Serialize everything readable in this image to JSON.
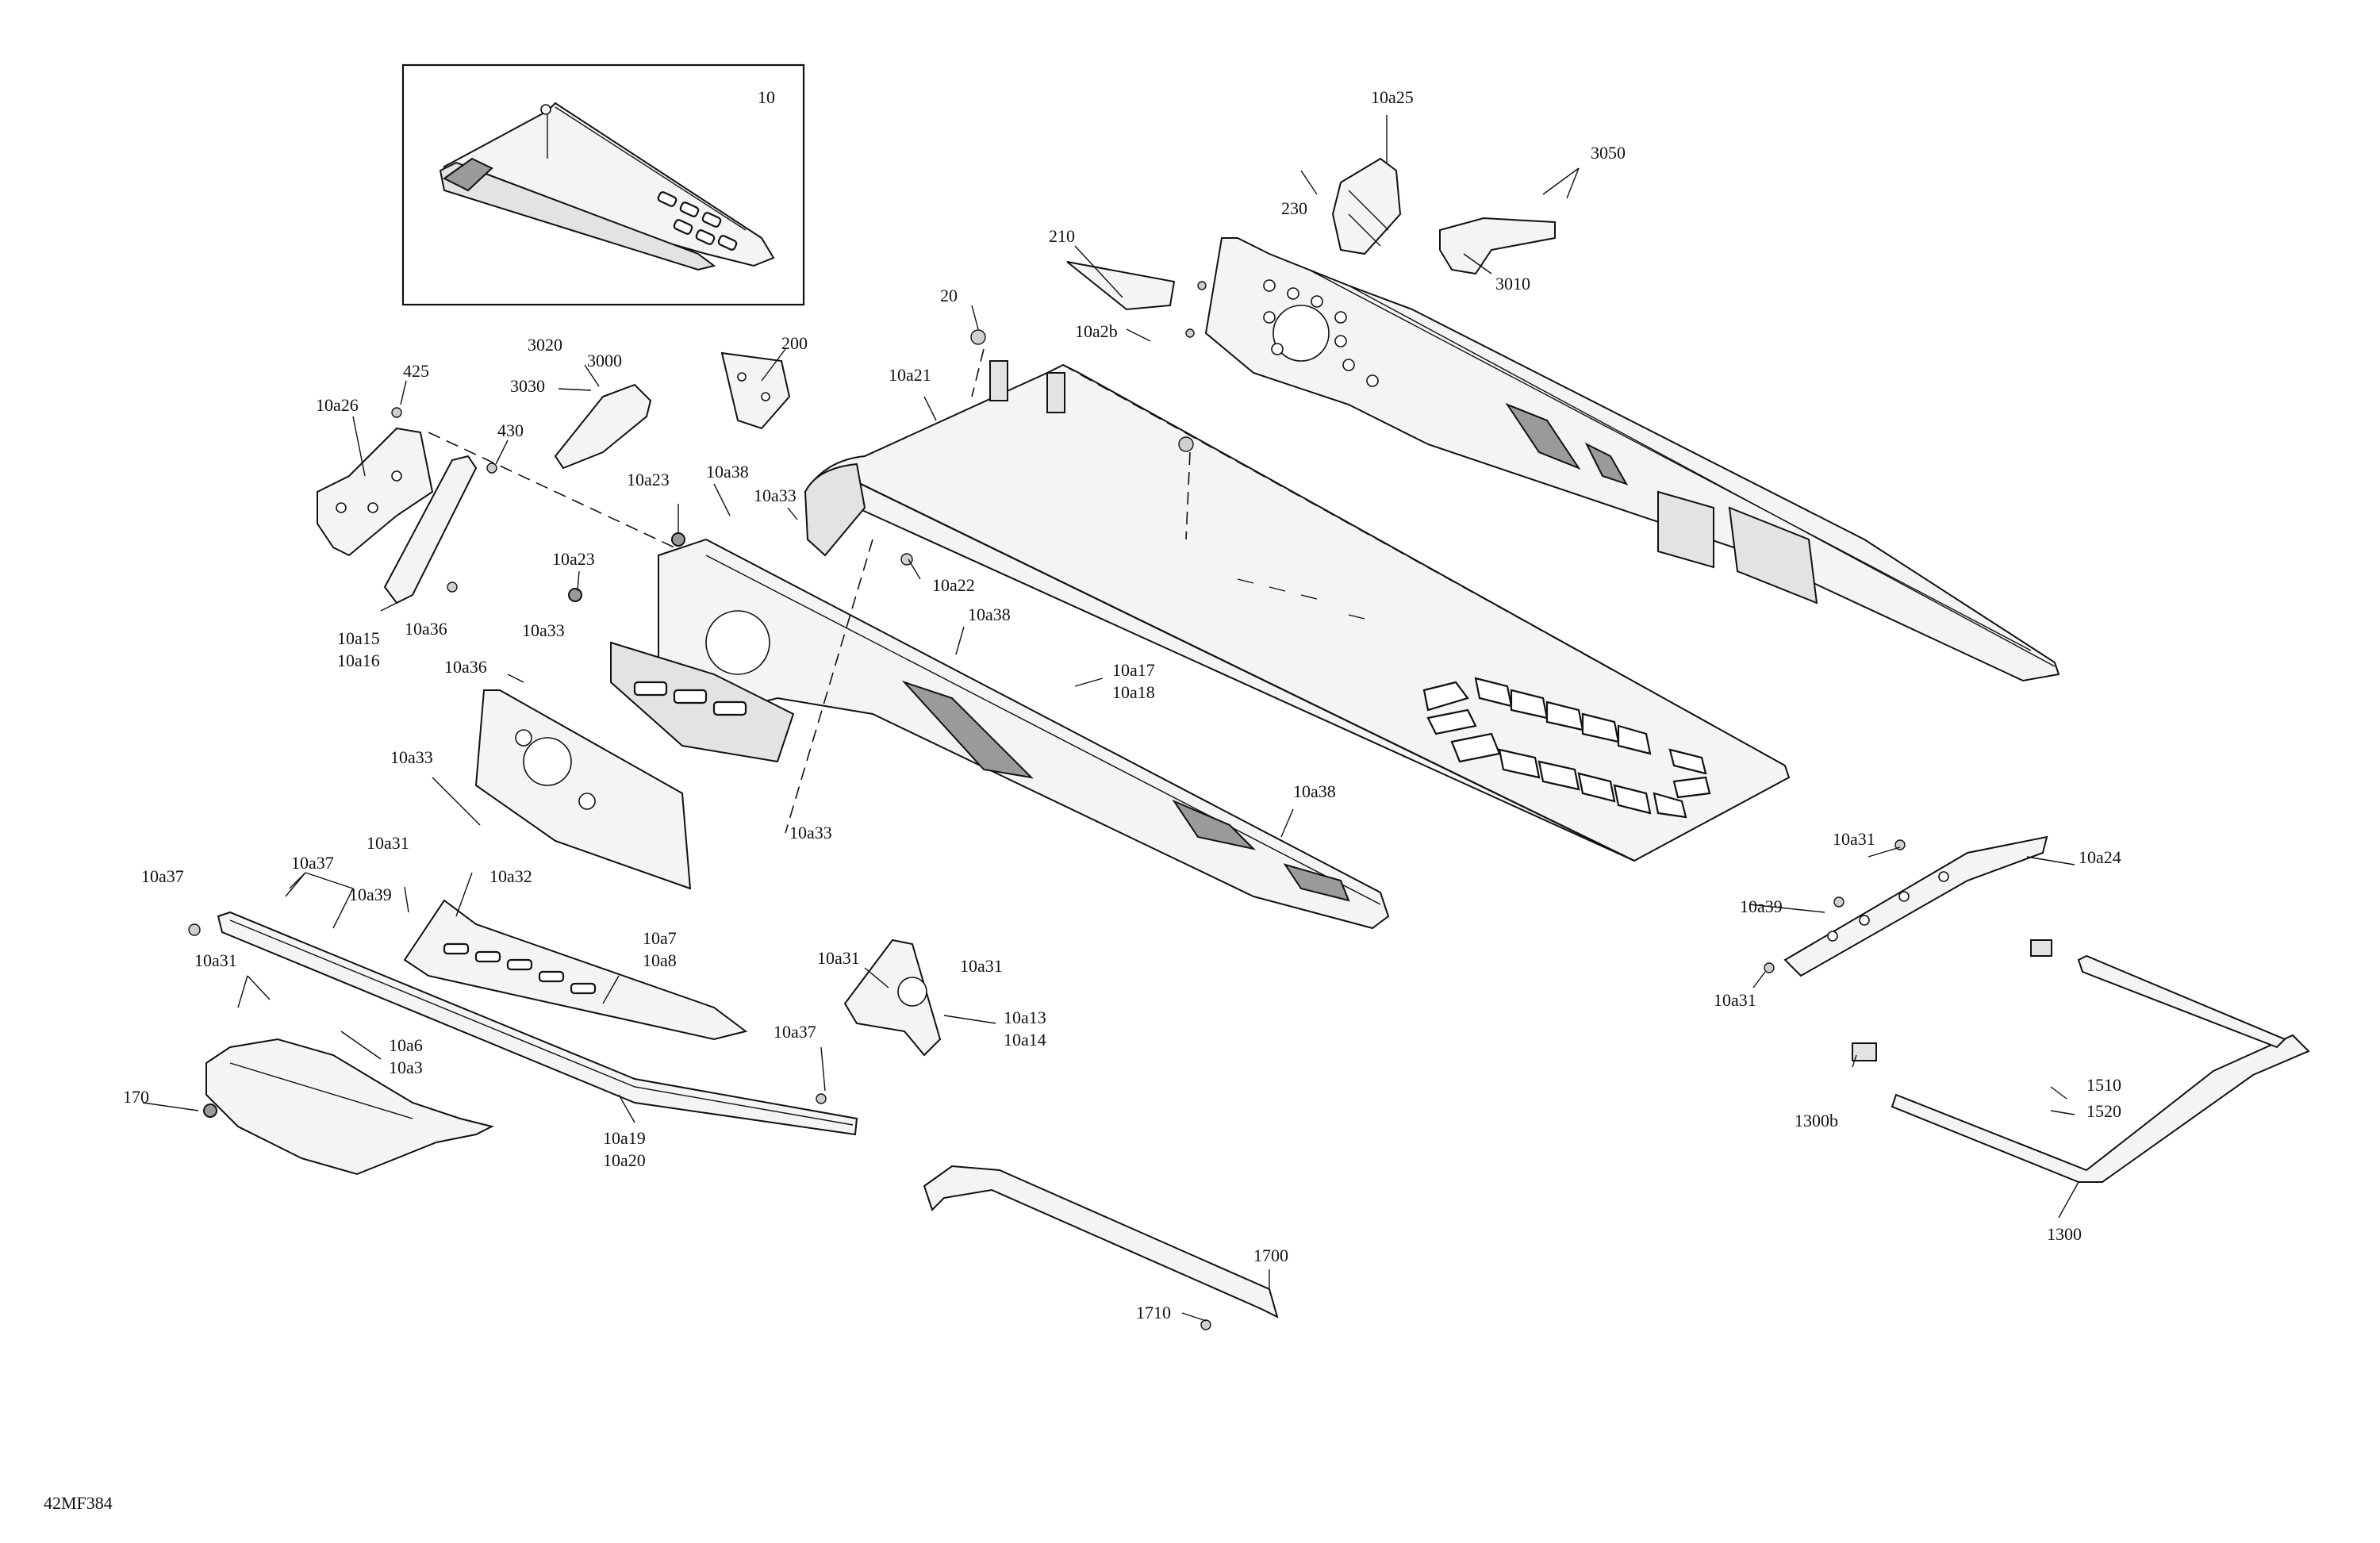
{
  "figure_code": "42MF384",
  "callouts": {
    "c10": "10",
    "c10a25": "10a25",
    "c3050": "3050",
    "c230": "230",
    "c3010": "3010",
    "c210": "210",
    "c20": "20",
    "c10a2b": "10a2b",
    "c10a21": "10a21",
    "c200": "200",
    "c3020": "3020",
    "c3000": "3000",
    "c3030": "3030",
    "c425": "425",
    "c10a26": "10a26",
    "c430": "430",
    "c10a23a": "10a23",
    "c10a38a": "10a38",
    "c10a33a": "10a33",
    "c10a23b": "10a23",
    "c10a22": "10a22",
    "c10a15": "10a15",
    "c10a16": "10a16",
    "c10a36a": "10a36",
    "c10a33b": "10a33",
    "c10a38b": "10a38",
    "c10a17": "10a17",
    "c10a18": "10a18",
    "c10a36b": "10a36",
    "c10a33c": "10a33",
    "c10a38c": "10a38",
    "c10a33d": "10a33",
    "c10a31a": "10a31",
    "c10a24": "10a24",
    "c10a37a": "10a37",
    "c10a37b": "10a37",
    "c10a32": "10a32",
    "c10a39a": "10a39",
    "c10a39b": "10a39",
    "c10a31b": "10a31",
    "c10a7": "10a7",
    "c10a8": "10a8",
    "c10a31c": "10a31",
    "c10a31d": "10a31",
    "c10a31e": "10a31",
    "c10a13": "10a13",
    "c10a14": "10a14",
    "c10a6": "10a6",
    "c10a3": "10a3",
    "c10a37c": "10a37",
    "c170": "170",
    "c10a19": "10a19",
    "c10a20": "10a20",
    "c1510": "1510",
    "c1520": "1520",
    "c1300b": "1300b",
    "c1300": "1300",
    "c1700": "1700",
    "c1710": "1710"
  }
}
